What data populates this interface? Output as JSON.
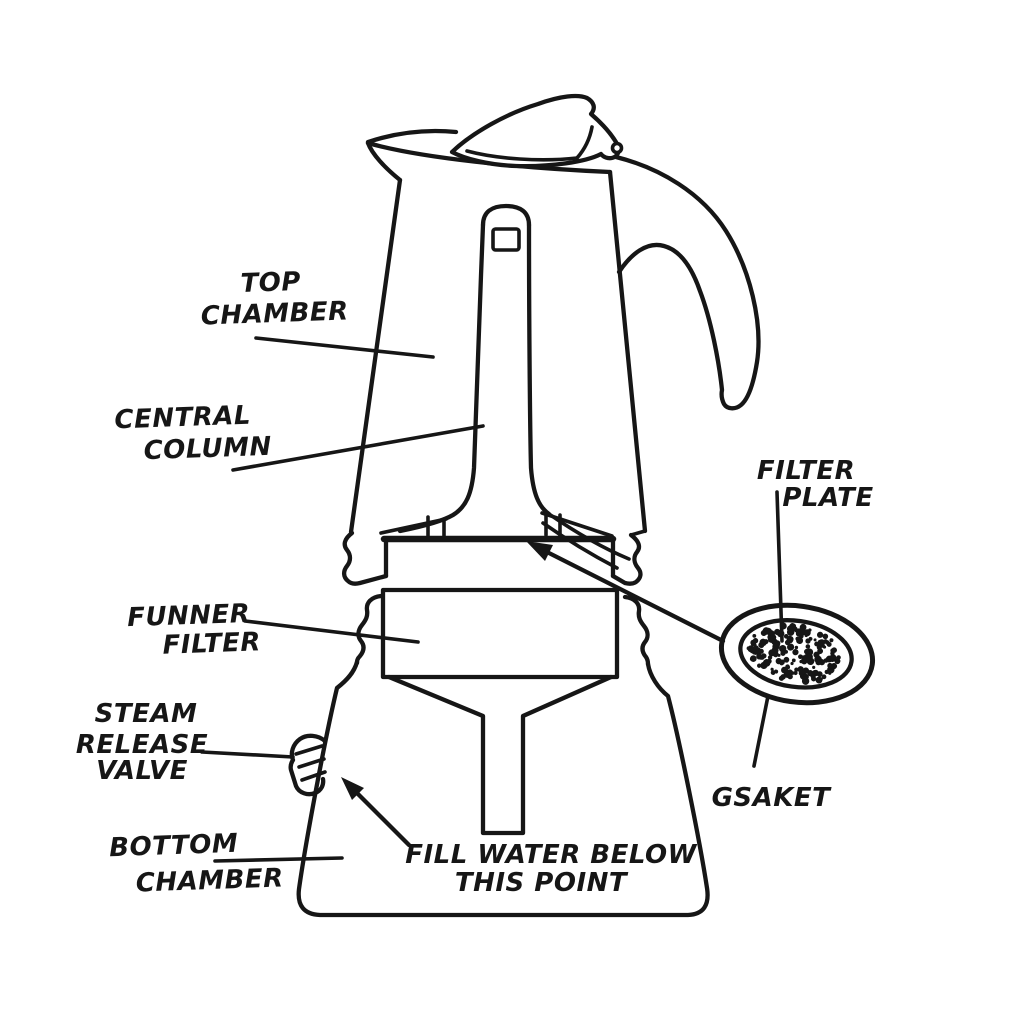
{
  "figure": {
    "background_color": "#ffffff",
    "ink_color": "#161616"
  },
  "labels": {
    "top_chamber": {
      "line1": "TOP",
      "line2": "CHAMBER"
    },
    "central_column": {
      "line1": "CENTRAL",
      "line2": "COLUMN"
    },
    "funnel_filter": {
      "line1": "FUNNER",
      "line2": "FILTER"
    },
    "steam_release_valve": {
      "line1": "STEAM",
      "line2": "RELEASE",
      "line3": "VALVE"
    },
    "bottom_chamber": {
      "line1": "BOTTOM",
      "line2": "CHAMBER"
    },
    "filter_plate": {
      "line1": "FILTER",
      "line2": "PLATE"
    },
    "gasket": {
      "line1": "GSAKET"
    },
    "fill_water_note": {
      "line1": "FILL WATER BELOW",
      "line2": "THIS POINT"
    }
  }
}
